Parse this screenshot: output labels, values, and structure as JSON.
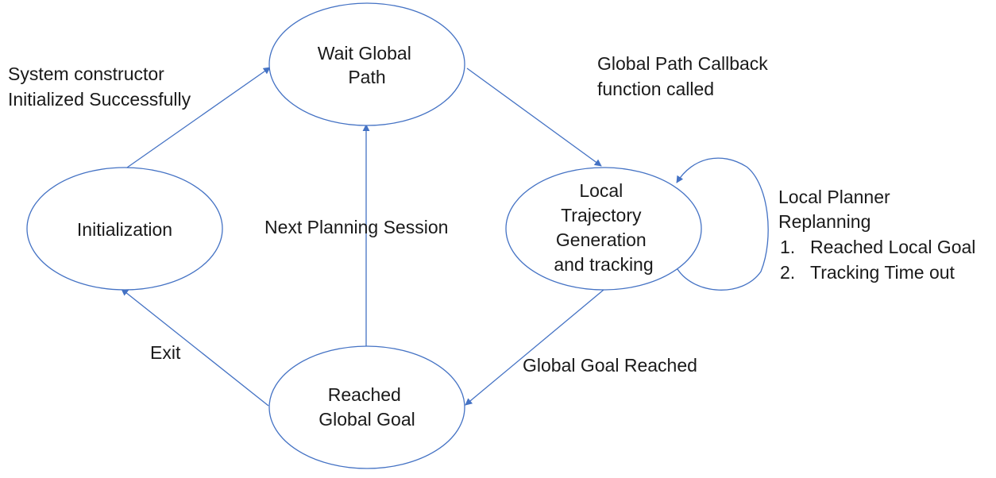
{
  "states": {
    "initialization": {
      "lines": [
        "Initialization"
      ]
    },
    "wait_global_path": {
      "lines": [
        "Wait Global",
        "Path"
      ]
    },
    "local_trajectory": {
      "lines": [
        "Local",
        "Trajectory",
        "Generation",
        "and tracking"
      ]
    },
    "reached_global_goal": {
      "lines": [
        "Reached",
        "Global Goal"
      ]
    }
  },
  "transitions": {
    "init_to_wait": {
      "lines": [
        "System constructor",
        "Initialized Successfully"
      ]
    },
    "wait_to_local": {
      "lines": [
        "Global Path Callback",
        "function called"
      ]
    },
    "local_self": {
      "lines": [
        "Local Planner",
        "Replanning"
      ],
      "conditions": [
        {
          "num": "1.",
          "text": "Reached Local Goal"
        },
        {
          "num": "2.",
          "text": "Tracking Time out"
        }
      ]
    },
    "goal_to_wait": {
      "lines": [
        "Next Planning Session"
      ]
    },
    "local_to_goal": {
      "lines": [
        "Global Goal Reached"
      ]
    },
    "goal_to_init": {
      "lines": [
        "Exit"
      ]
    }
  },
  "colors": {
    "stroke": "#4472c4",
    "text": "#1a1a1a",
    "background": "#ffffff"
  }
}
